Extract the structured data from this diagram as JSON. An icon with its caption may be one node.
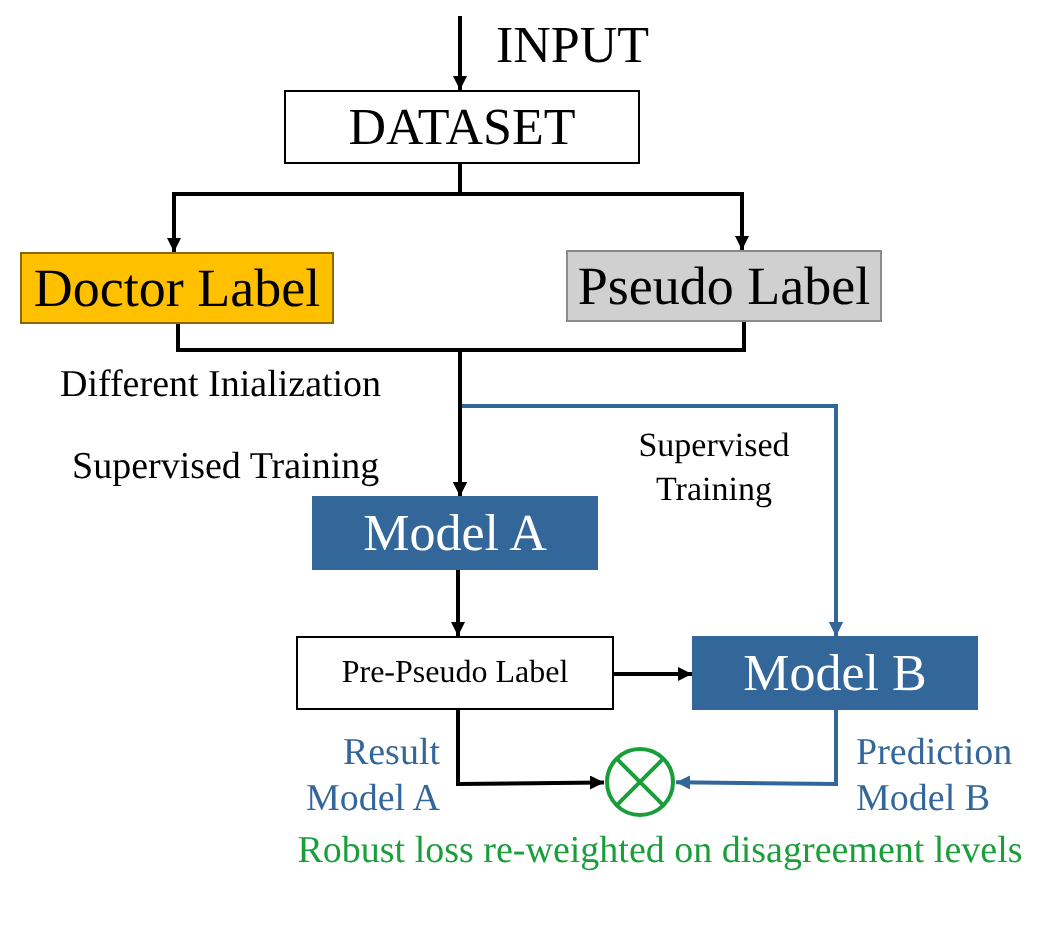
{
  "diagram": {
    "nodes": [
      {
        "text": [
          "DATASET"
        ]
      },
      {
        "text": [
          "Doctor Label"
        ]
      },
      {
        "text": [
          "Pseudo Label"
        ]
      },
      {
        "text": [
          "Model A"
        ]
      },
      {
        "text": [
          "Pre-Pseudo Label"
        ]
      },
      {
        "text": [
          "Model B"
        ]
      },
      {
        "text": [],
        "shape": "circle",
        "beside": [
          "Robust loss re-weighted on disagreement levels"
        ]
      }
    ],
    "edges": [
      {
        "from": null,
        "to": 0,
        "arrow": "to"
      },
      {
        "from": 0,
        "to": 1,
        "arrow": "to"
      },
      {
        "from": 0,
        "to": 2,
        "arrow": "to"
      },
      {
        "from": 1,
        "to": 3,
        "arrow": "to"
      },
      {
        "from": 2,
        "to": 3,
        "arrow": "to"
      },
      {
        "from": 1,
        "to": 5,
        "arrow": "to",
        "color": "#336699"
      },
      {
        "from": 2,
        "to": 5,
        "arrow": "to",
        "color": "#336699"
      },
      {
        "from": 3,
        "to": 4,
        "arrow": "to"
      },
      {
        "from": 4,
        "to": 5,
        "arrow": "to"
      },
      {
        "from": 4,
        "to": 6,
        "arrow": "to",
        "label": "Result Model A"
      },
      {
        "from": 5,
        "to": 6,
        "arrow": "to",
        "label": "Prediction Model B",
        "color": "#336699"
      }
    ],
    "labels": [
      "INPUT",
      "Different Inialization",
      "Supervised Training",
      "Supervised Training"
    ]
  }
}
